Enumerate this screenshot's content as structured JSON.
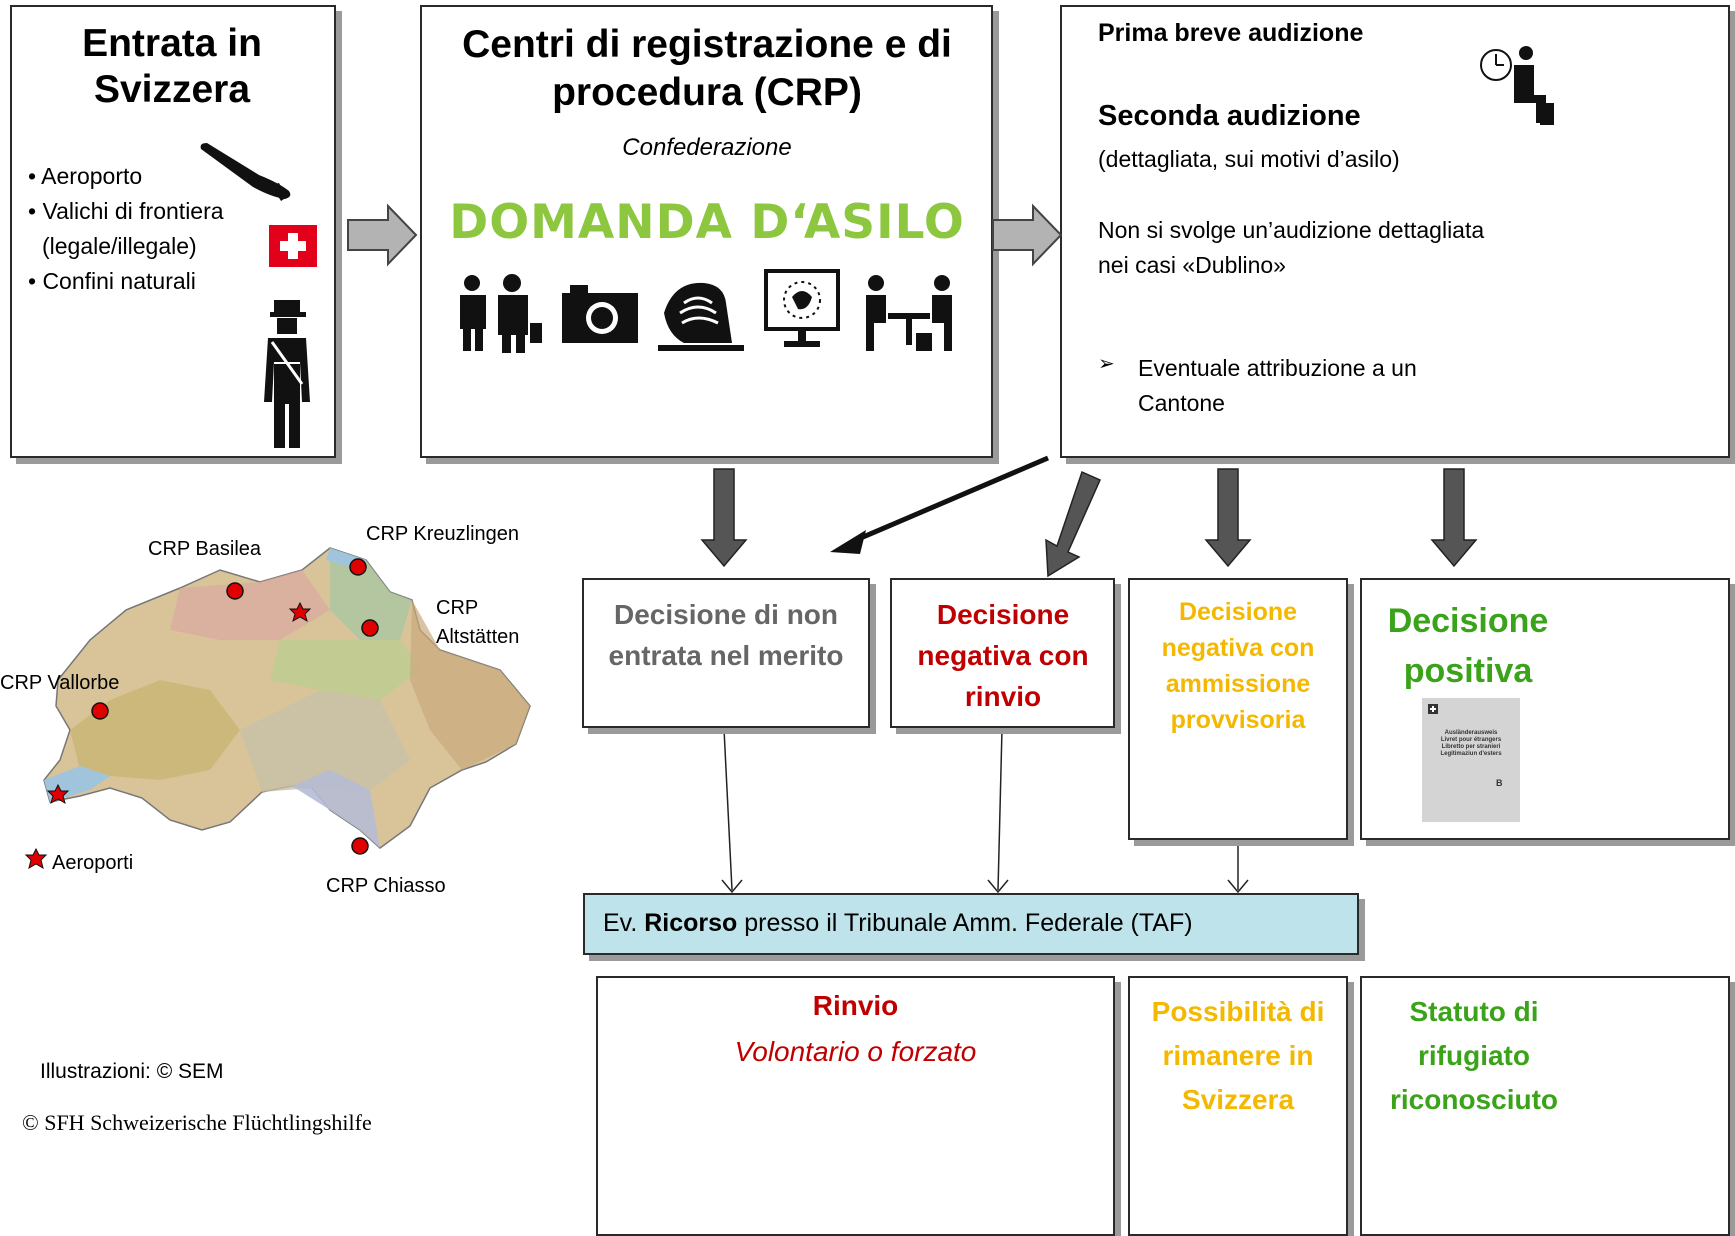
{
  "colors": {
    "grey_text": "#666666",
    "red": "#c00000",
    "orange": "#f5b800",
    "green": "#3aa31a",
    "lime_title": "#8dc63f",
    "recourse_bg": "#bfe3ea",
    "arrow_fill": "#b3b3b3",
    "down_arrow": "#444444",
    "swiss_red": "#e2001a"
  },
  "entry": {
    "title": "Entrata in Svizzera",
    "items": [
      "• Aeroporto",
      "• Valichi di frontiera",
      "(legale/illegale)",
      "• Confini naturali"
    ],
    "icons": [
      "plane-icon",
      "swiss-flag-icon",
      "border-guard-icon"
    ]
  },
  "crp": {
    "title": "Centri di registrazione e di procedura (CRP)",
    "subtitle": "Confederazione",
    "highlight": "DOMANDA D‘ASILO",
    "icons": [
      "medical-check-icon",
      "camera-icon",
      "fingerprint-icon",
      "database-screen-icon",
      "interview-icon"
    ]
  },
  "hearing": {
    "first": "Prima breve audizione",
    "second": "Seconda audizione",
    "second_detail": "(dettagliata, sui motivi d’asilo)",
    "dublin_note": "Non si svolge un’audizione dettagliata nei casi  «Dublino»",
    "bullet_mark": "➢",
    "bullet": "Eventuale attribuzione a un Cantone",
    "icons": [
      "clock-icon",
      "seated-person-icon"
    ]
  },
  "map": {
    "labels": {
      "basilea": "CRP Basilea",
      "kreuzlingen": "CRP Kreuzlingen",
      "altstatten": "CRP Altstätten",
      "vallorbe": "CRP Vallorbe",
      "chiasso": "CRP Chiasso",
      "airports": "Aeroporti"
    }
  },
  "decisions": {
    "nee": "Decisione di non entrata nel merito",
    "negative": "Decisione negativa con rinvio",
    "provisional": "Decisione negativa con ammissione provvisoria",
    "positive": "Decisione positiva",
    "permit_card": {
      "line1": "Ausländerausweis",
      "line2": "Livret pour étrangers",
      "line3": "Libretto per stranieri",
      "line4": "Legitimaziun d'esters",
      "category": "B"
    }
  },
  "recourse": {
    "prefix": "Ev.",
    "bold": "Ricorso",
    "suffix": "presso il Tribunale Amm. Federale (TAF)"
  },
  "outcomes": {
    "removal_title": "Rinvio",
    "removal_sub": "Volontario o forzato",
    "stay": "Possibilità di rimanere in Svizzera",
    "refugee": "Statuto di rifugiato riconosciuto"
  },
  "credits": {
    "illustrations": "Illustrazioni: © SEM",
    "copyright": "© SFH Schweizerische Flüchtlingshilfe"
  }
}
